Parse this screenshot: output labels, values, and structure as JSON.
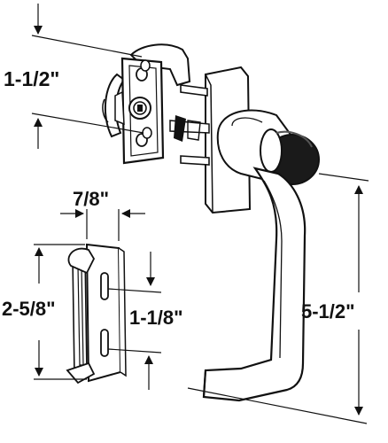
{
  "dimensions": {
    "lock_height": "1-1/2\"",
    "keeper_width": "7/8\"",
    "keeper_height": "2-5/8\"",
    "hole_spacing": "1-1/8\"",
    "handle_length": "5-1/2\""
  }
}
